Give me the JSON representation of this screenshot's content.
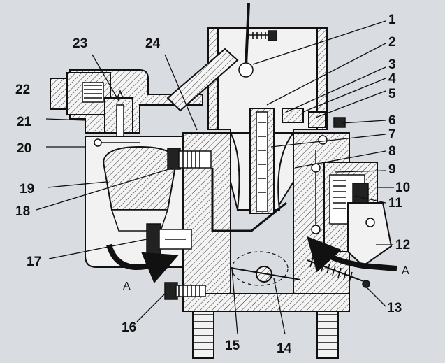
{
  "callouts": [
    {
      "id": "1",
      "label": "1"
    },
    {
      "id": "2",
      "label": "2"
    },
    {
      "id": "3",
      "label": "3"
    },
    {
      "id": "4",
      "label": "4"
    },
    {
      "id": "5",
      "label": "5"
    },
    {
      "id": "6",
      "label": "6"
    },
    {
      "id": "7",
      "label": "7"
    },
    {
      "id": "8",
      "label": "8"
    },
    {
      "id": "9",
      "label": "9"
    },
    {
      "id": "10",
      "label": "10"
    },
    {
      "id": "11",
      "label": "11"
    },
    {
      "id": "12",
      "label": "12"
    },
    {
      "id": "13",
      "label": "13"
    },
    {
      "id": "14",
      "label": "14"
    },
    {
      "id": "15",
      "label": "15"
    },
    {
      "id": "16",
      "label": "16"
    },
    {
      "id": "17",
      "label": "17"
    },
    {
      "id": "18",
      "label": "18"
    },
    {
      "id": "19",
      "label": "19"
    },
    {
      "id": "20",
      "label": "20"
    },
    {
      "id": "21",
      "label": "21"
    },
    {
      "id": "22",
      "label": "22"
    },
    {
      "id": "23",
      "label": "23"
    },
    {
      "id": "24",
      "label": "24"
    }
  ],
  "flow_labels": {
    "left": "A",
    "right": "A"
  },
  "colors": {
    "paper": "#d9dde2",
    "ink": "#111111",
    "body_fill": "#f2f2f2"
  }
}
